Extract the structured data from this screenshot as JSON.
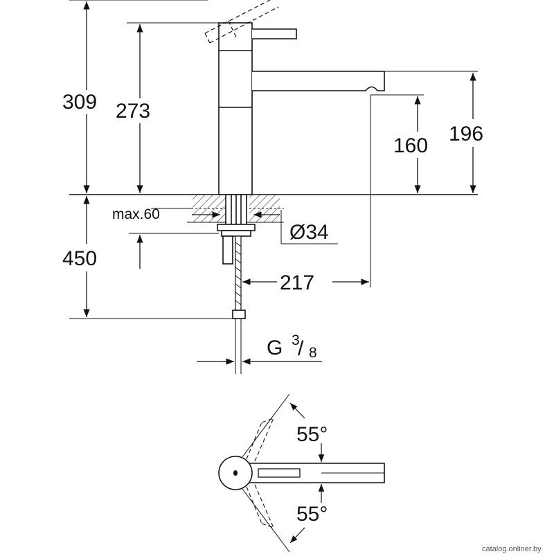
{
  "dimensions": {
    "total_height": "309",
    "body_height": "273",
    "spout_height": "196",
    "outlet_height": "160",
    "deck_thickness": "max.60",
    "hole_diameter": "Ø34",
    "hose_length": "450",
    "reach": "217",
    "connection_thread": "G",
    "connection_num": "3",
    "connection_den": "8",
    "swivel_left": "55°",
    "swivel_right": "55°"
  },
  "watermark": "catalog.onliner.by",
  "colors": {
    "line": "#111111",
    "hatch": "#333333"
  }
}
